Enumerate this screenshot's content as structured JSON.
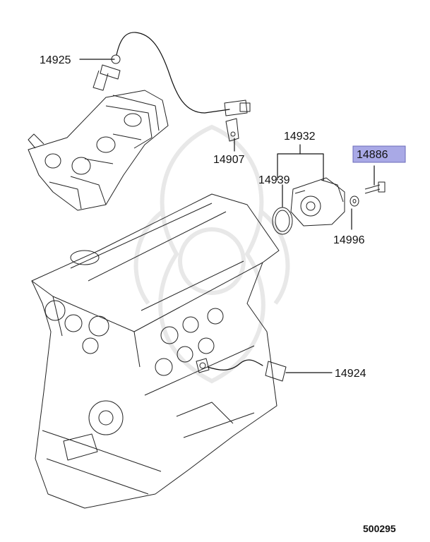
{
  "parts": [
    {
      "id": "p14925",
      "number": "14925",
      "highlighted": false
    },
    {
      "id": "p14907",
      "number": "14907",
      "highlighted": false
    },
    {
      "id": "p14932",
      "number": "14932",
      "highlighted": false
    },
    {
      "id": "p14939",
      "number": "14939",
      "highlighted": false
    },
    {
      "id": "p14886",
      "number": "14886",
      "highlighted": true
    },
    {
      "id": "p14996",
      "number": "14996",
      "highlighted": false
    },
    {
      "id": "p14924",
      "number": "14924",
      "highlighted": false
    }
  ],
  "diagram_ref": "500295",
  "colors": {
    "highlight_fill": "#a9a9e6",
    "highlight_border": "#6a6ab8",
    "line": "#111111",
    "watermark": "#e8e8e8"
  }
}
